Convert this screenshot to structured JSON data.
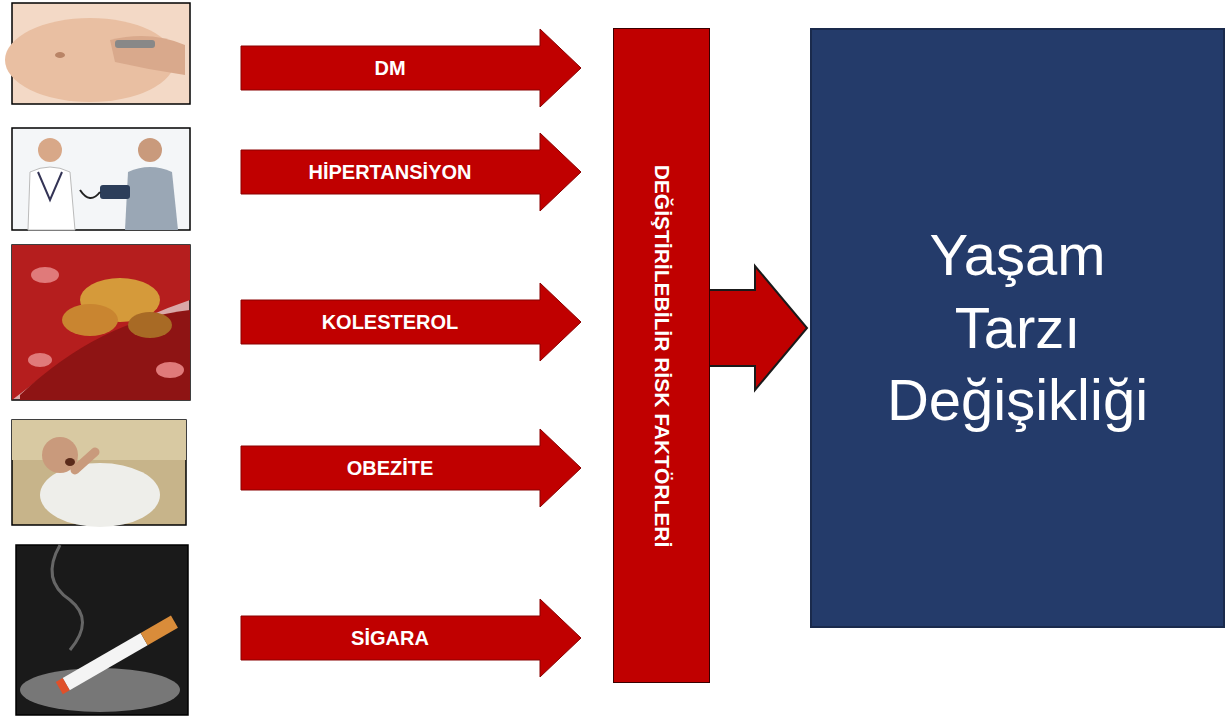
{
  "diagram": {
    "nodes": [
      {
        "text": [
          "DM"
        ]
      },
      {
        "text": [
          "HİPERTANSİYON"
        ]
      },
      {
        "text": [
          "KOLESTEROL"
        ]
      },
      {
        "text": [
          "OBEZİTE"
        ]
      },
      {
        "text": [
          "SİGARA"
        ]
      },
      {
        "text": [
          "DEĞİŞTİRİLEBİLİR RİSK FAKTÖRLERİ"
        ]
      },
      {
        "text": [
          "Yaşam Tarzı Değişikliği"
        ]
      }
    ],
    "edges": [
      {
        "from": 5,
        "to": 6,
        "arrow": "to"
      }
    ]
  }
}
